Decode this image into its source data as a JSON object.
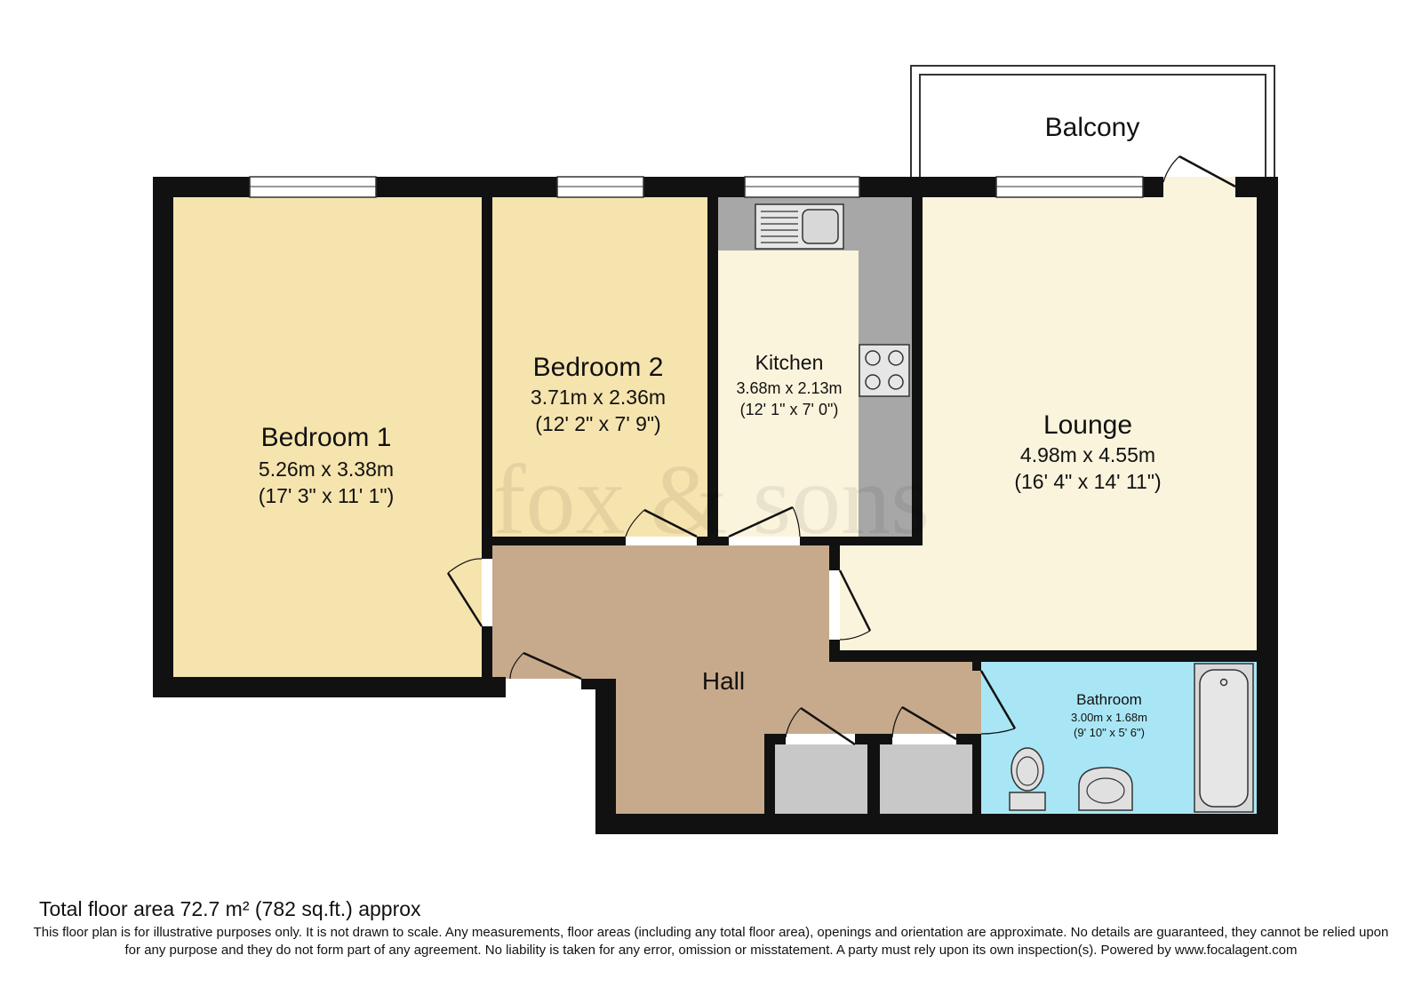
{
  "rooms": {
    "bedroom1": {
      "name": "Bedroom 1",
      "metric": "5.26m x 3.38m",
      "imperial": "(17' 3\" x 11' 1\")"
    },
    "bedroom2": {
      "name": "Bedroom 2",
      "metric": "3.71m x 2.36m",
      "imperial": "(12' 2\" x 7' 9\")"
    },
    "kitchen": {
      "name": "Kitchen",
      "metric": "3.68m x 2.13m",
      "imperial": "(12' 1\" x 7' 0\")"
    },
    "lounge": {
      "name": "Lounge",
      "metric": "4.98m x 4.55m",
      "imperial": "(16' 4\" x 14' 11\")"
    },
    "bathroom": {
      "name": "Bathroom",
      "metric": "3.00m x 1.68m",
      "imperial": "(9' 10\" x 5' 6\")"
    },
    "hall": {
      "name": "Hall"
    },
    "balcony": {
      "name": "Balcony"
    }
  },
  "watermark": "fox & sons",
  "footer": {
    "total_area": "Total floor area 72.7 m² (782 sq.ft.) approx",
    "disclaimer": "This floor plan is for illustrative purposes only. It is not drawn to scale. Any measurements, floor areas (including any total floor area), openings and orientation are approximate. No details are guaranteed, they cannot be relied upon for any purpose and they do not form part of any agreement. No liability is taken for any error, omission or misstatement. A party must rely upon its own inspection(s). Powered by www.focalagent.com"
  },
  "colors": {
    "wall": "#111111",
    "bedroom_fill": "#f6e4ae",
    "kitchen_fill": "#fbf4dc",
    "lounge_fill": "#faf4dc",
    "hall_fill": "#c7aa8c",
    "bathroom_fill": "#a9e6f5",
    "worktop_fill": "#a7a7a7",
    "cupboard_fill": "#c8c8c8"
  }
}
